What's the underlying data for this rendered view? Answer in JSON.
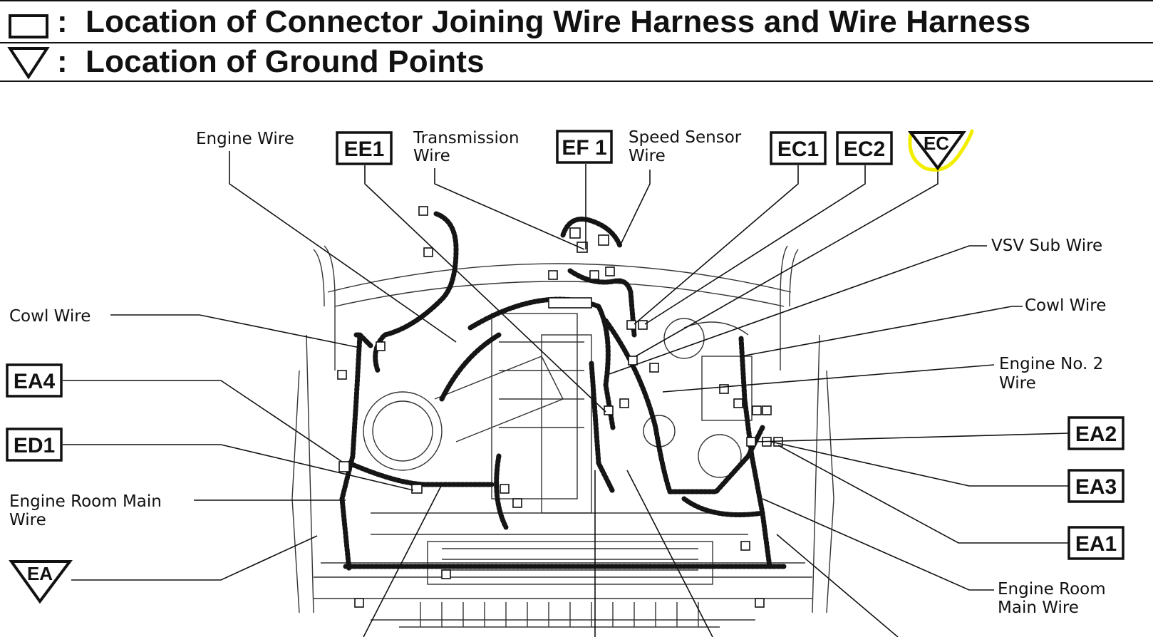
{
  "legend": {
    "connector_sep": ":",
    "connector_text": "Location of Connector Joining Wire Harness and Wire Harness",
    "ground_sep": ":",
    "ground_text": "Location of Ground Points"
  },
  "labels": {
    "engine_wire": "Engine Wire",
    "transmission_wire_1": "Transmission",
    "transmission_wire_2": "Wire",
    "speed_sensor_wire_1": "Speed Sensor",
    "speed_sensor_wire_2": "Wire",
    "vsv_sub_wire": "VSV Sub Wire",
    "cowl_wire_left": "Cowl Wire",
    "cowl_wire_right": "Cowl Wire",
    "engine_no2_wire_1": "Engine No. 2",
    "engine_no2_wire_2": "Wire",
    "engine_room_main_left_1": "Engine Room Main",
    "engine_room_main_left_2": "Wire",
    "engine_room_main_right_1": "Engine Room",
    "engine_room_main_right_2": "Main Wire"
  },
  "connectors": {
    "ee1": "EE1",
    "ef1": "EF 1",
    "ec1": "EC1",
    "ec2": "EC2",
    "ea4": "EA4",
    "ed1": "ED1",
    "ea2": "EA2",
    "ea3": "EA3",
    "ea1": "EA1"
  },
  "grounds": {
    "ec": "EC",
    "ea": "EA"
  },
  "highlight_color": "#f2ee00",
  "icons": [
    "connector-box-icon",
    "ground-triangle-icon"
  ]
}
